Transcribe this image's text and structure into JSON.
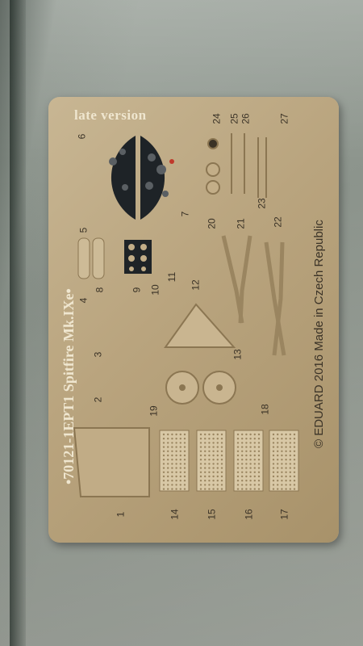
{
  "sheet": {
    "title": "late version",
    "product_line": "•70121-1EPT1 Spitfire Mk.IXe•",
    "footer_line": "© EDUARD 2016  Made in Czech Republic"
  },
  "part_numbers": {
    "p6": "6",
    "p7": "7",
    "p24": "24",
    "p25": "25",
    "p26": "26",
    "p27": "27",
    "p20": "20",
    "p21": "21",
    "p23": "23",
    "p22": "22",
    "p5": "5",
    "p8": "8",
    "p9": "9",
    "p10": "10",
    "p11": "11",
    "p12": "12",
    "p4": "4",
    "p3": "3",
    "p2": "2",
    "p13": "13",
    "p18": "18",
    "p19": "19",
    "p1": "1",
    "p14": "14",
    "p15": "15",
    "p16": "16",
    "p17": "17"
  },
  "colors": {
    "brass": "#b9a47e",
    "background": "#9aa29a",
    "dark_panel": "#1e2327"
  }
}
